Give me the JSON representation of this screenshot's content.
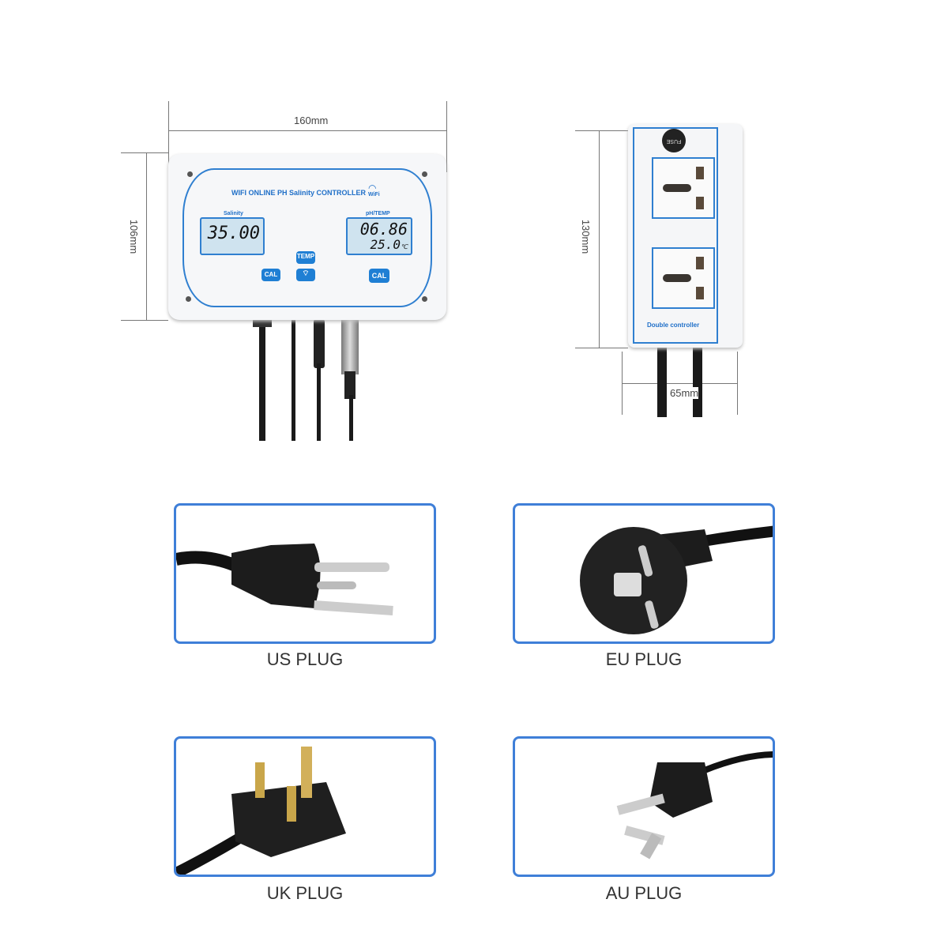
{
  "dimensions": {
    "controller_width": "160mm",
    "controller_height": "106mm",
    "socket_height": "130mm",
    "socket_width": "65mm"
  },
  "controller": {
    "title": "WIFI ONLINE PH Salinity CONTROLLER",
    "wifi_label": "WiFi",
    "left_display": {
      "label": "Salinity",
      "value": "35.00"
    },
    "right_display": {
      "label": "pH/TEMP",
      "ph": "06.86",
      "temp": "25.0",
      "temp_unit": "℃"
    },
    "buttons": {
      "cal_left": "CAL",
      "temp": "TEMP",
      "cal_right": "CAL"
    }
  },
  "socket": {
    "label": "Double controller",
    "fuse": "FUSE"
  },
  "plugs": [
    {
      "label": "US PLUG"
    },
    {
      "label": "EU PLUG"
    },
    {
      "label": "UK PLUG"
    },
    {
      "label": "AU PLUG"
    }
  ],
  "colors": {
    "accent": "#3f7fd8"
  }
}
